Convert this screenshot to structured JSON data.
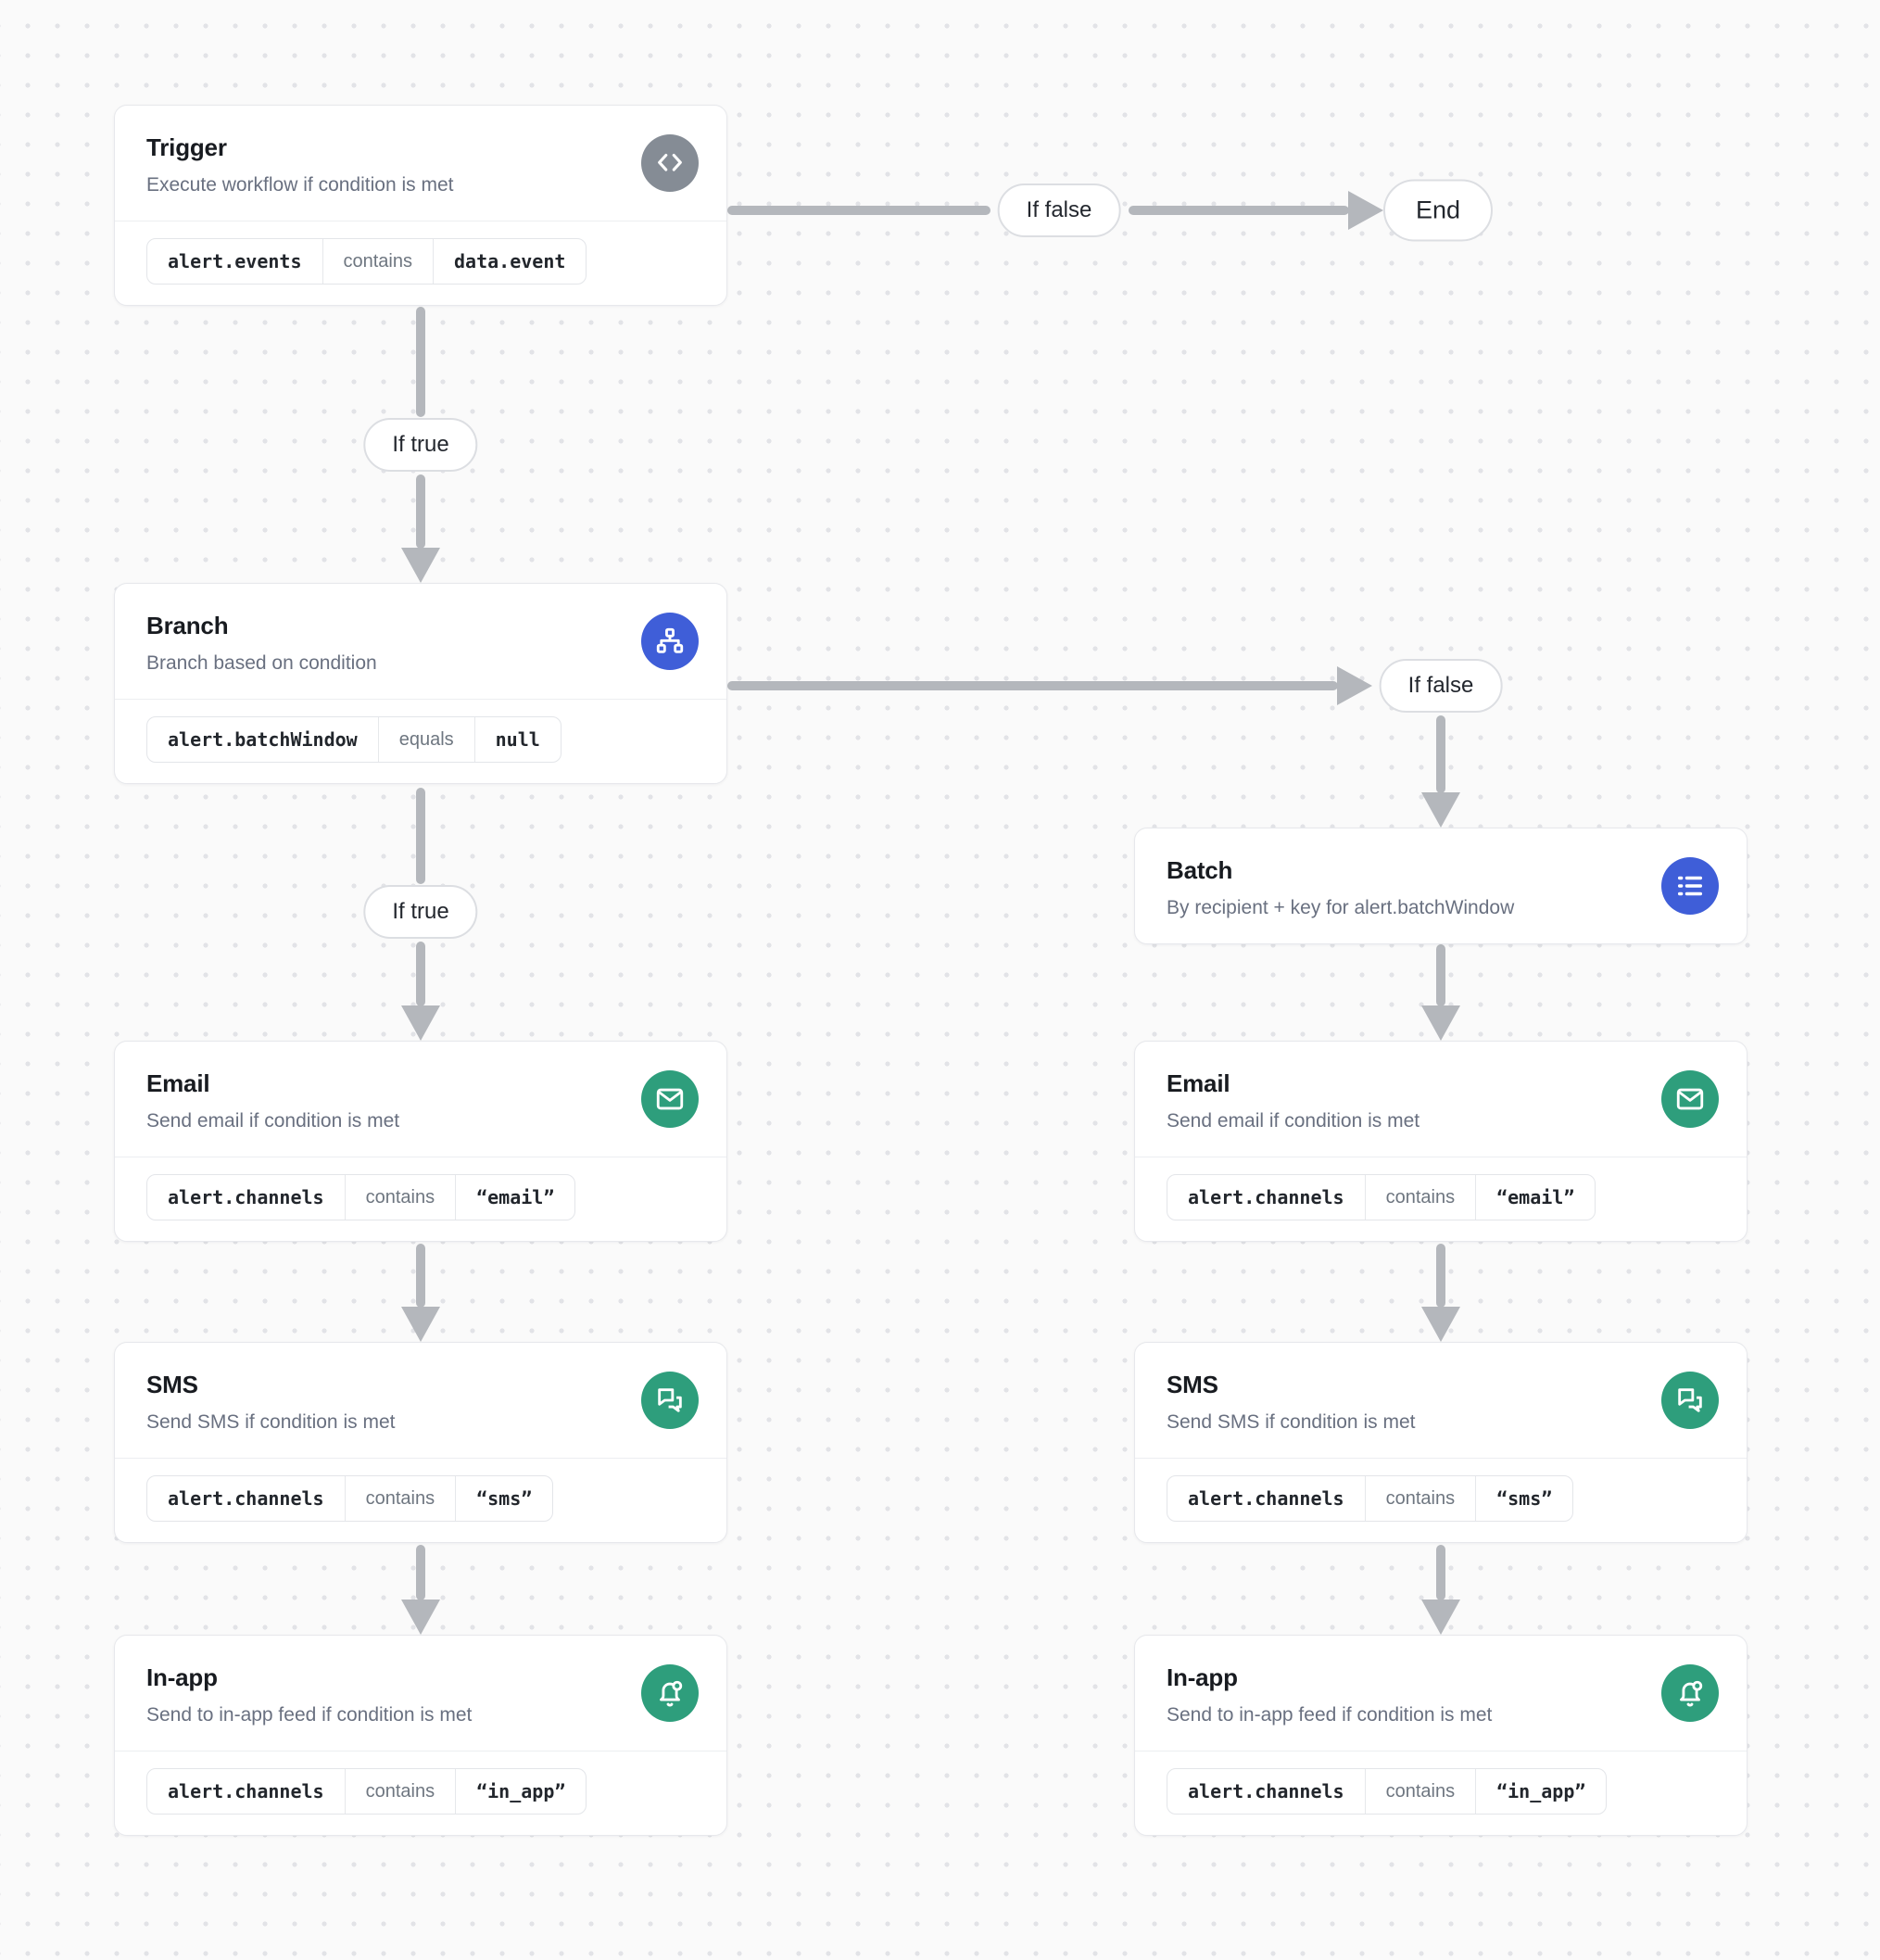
{
  "labels": {
    "if_true": "If true",
    "if_false": "If false",
    "end": "End"
  },
  "colors": {
    "trigger_icon_bg": "#858c95",
    "branch_icon_bg": "#3f5ed8",
    "batch_icon_bg": "#3f5ed8",
    "channel_icon_bg": "#2e9e7c",
    "arrow": "#b4b7bc"
  },
  "nodes": [
    {
      "id": "trigger",
      "title": "Trigger",
      "subtitle": "Execute workflow if condition is met",
      "icon": "code-icon",
      "icon_bg": "#858c95",
      "condition": {
        "field": "alert.events",
        "operator": "contains",
        "value": "data.event"
      }
    },
    {
      "id": "branch",
      "title": "Branch",
      "subtitle": "Branch based on condition",
      "icon": "sitemap-icon",
      "icon_bg": "#3f5ed8",
      "condition": {
        "field": "alert.batchWindow",
        "operator": "equals",
        "value": "null"
      }
    },
    {
      "id": "batch",
      "title": "Batch",
      "subtitle": "By recipient + key for alert.batchWindow",
      "icon": "list-icon",
      "icon_bg": "#3f5ed8"
    },
    {
      "id": "email-left",
      "title": "Email",
      "subtitle": "Send email if condition is met",
      "icon": "envelope-icon",
      "icon_bg": "#2e9e7c",
      "condition": {
        "field": "alert.channels",
        "operator": "contains",
        "value": "“email”"
      }
    },
    {
      "id": "sms-left",
      "title": "SMS",
      "subtitle": "Send SMS if condition is met",
      "icon": "chat-bubbles-icon",
      "icon_bg": "#2e9e7c",
      "condition": {
        "field": "alert.channels",
        "operator": "contains",
        "value": "“sms”"
      }
    },
    {
      "id": "inapp-left",
      "title": "In-app",
      "subtitle": "Send to in-app feed if condition is met",
      "icon": "bell-dot-icon",
      "icon_bg": "#2e9e7c",
      "condition": {
        "field": "alert.channels",
        "operator": "contains",
        "value": "“in_app”"
      }
    },
    {
      "id": "email-right",
      "title": "Email",
      "subtitle": "Send email if condition is met",
      "icon": "envelope-icon",
      "icon_bg": "#2e9e7c",
      "condition": {
        "field": "alert.channels",
        "operator": "contains",
        "value": "“email”"
      }
    },
    {
      "id": "sms-right",
      "title": "SMS",
      "subtitle": "Send SMS if condition is met",
      "icon": "chat-bubbles-icon",
      "icon_bg": "#2e9e7c",
      "condition": {
        "field": "alert.channels",
        "operator": "contains",
        "value": "“sms”"
      }
    },
    {
      "id": "inapp-right",
      "title": "In-app",
      "subtitle": "Send to in-app feed if condition is met",
      "icon": "bell-dot-icon",
      "icon_bg": "#2e9e7c",
      "condition": {
        "field": "alert.channels",
        "operator": "contains",
        "value": "“in_app”"
      }
    }
  ]
}
